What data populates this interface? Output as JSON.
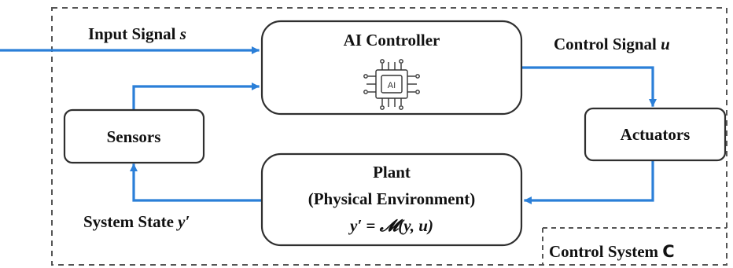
{
  "colors": {
    "arrow": "#2b7fd8",
    "box_border": "#2f2f2f",
    "frame_border": "#555555",
    "text": "#111111"
  },
  "diagram": {
    "ai_controller": {
      "title": "AI Controller",
      "icon": "ai-chip-icon",
      "chip_text": "AI"
    },
    "sensors": {
      "label": "Sensors"
    },
    "actuators": {
      "label": "Actuators"
    },
    "plant": {
      "line1": "Plant",
      "line2": "(Physical Environment)",
      "equation": {
        "lhs": "y′",
        "eq": " = ",
        "func": "𝓜",
        "args": "(y, u)"
      }
    },
    "input_signal": {
      "text": "Input Signal ",
      "var": "s"
    },
    "control_signal": {
      "text": "Control Signal ",
      "var": "u"
    },
    "system_state": {
      "text": "System State ",
      "var": "y′"
    },
    "system_label": {
      "text": "Control System ",
      "var": "C"
    }
  }
}
